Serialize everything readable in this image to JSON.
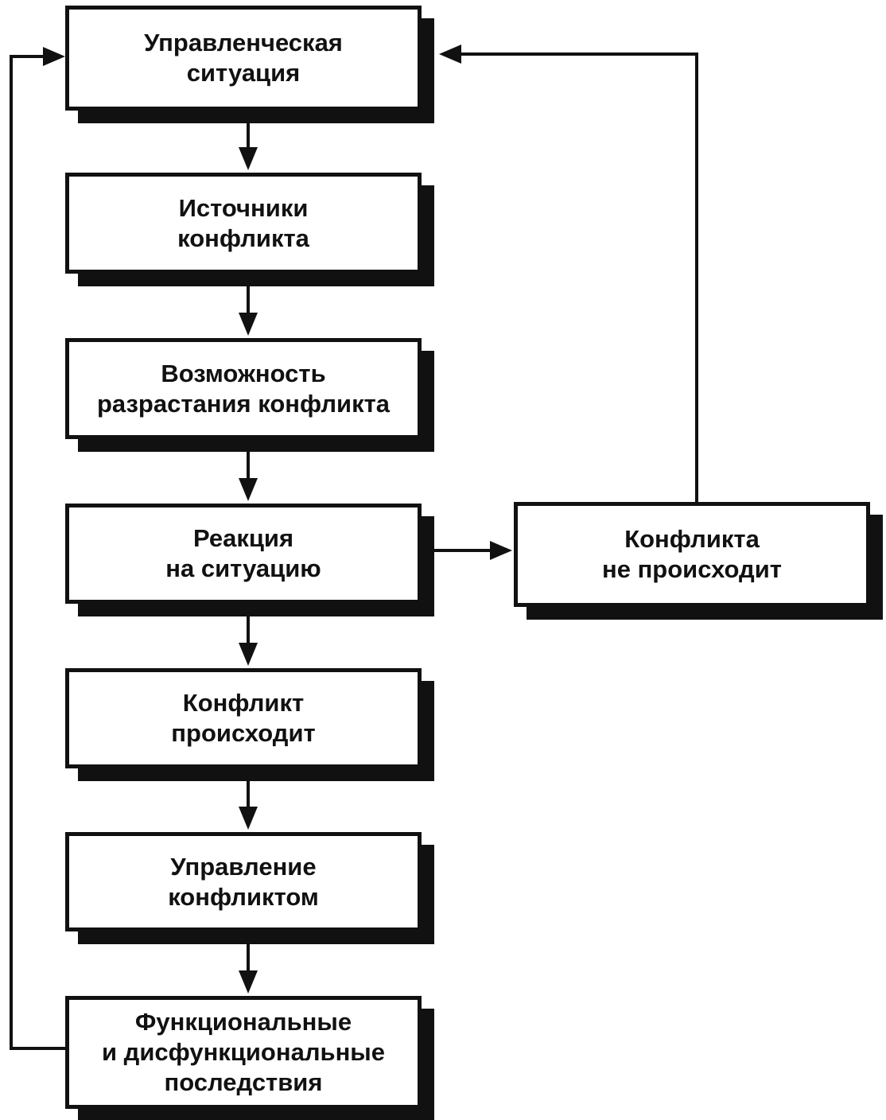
{
  "diagram": {
    "boxes": {
      "management_situation": [
        "Управленческая",
        "ситуация"
      ],
      "conflict_sources": [
        "Источники",
        "конфликта"
      ],
      "escalation_possibility": [
        "Возможность",
        "разрастания конфликта"
      ],
      "reaction": [
        "Реакция",
        "на ситуацию"
      ],
      "no_conflict": [
        "Конфликта",
        "не происходит"
      ],
      "conflict_occurs": [
        "Конфликт",
        "происходит"
      ],
      "conflict_management": [
        "Управление",
        "конфликтом"
      ],
      "consequences": [
        "Функциональные",
        "и дисфункциональные",
        "последствия"
      ]
    },
    "colors": {
      "ink": "#111111",
      "background": "#ffffff"
    }
  }
}
